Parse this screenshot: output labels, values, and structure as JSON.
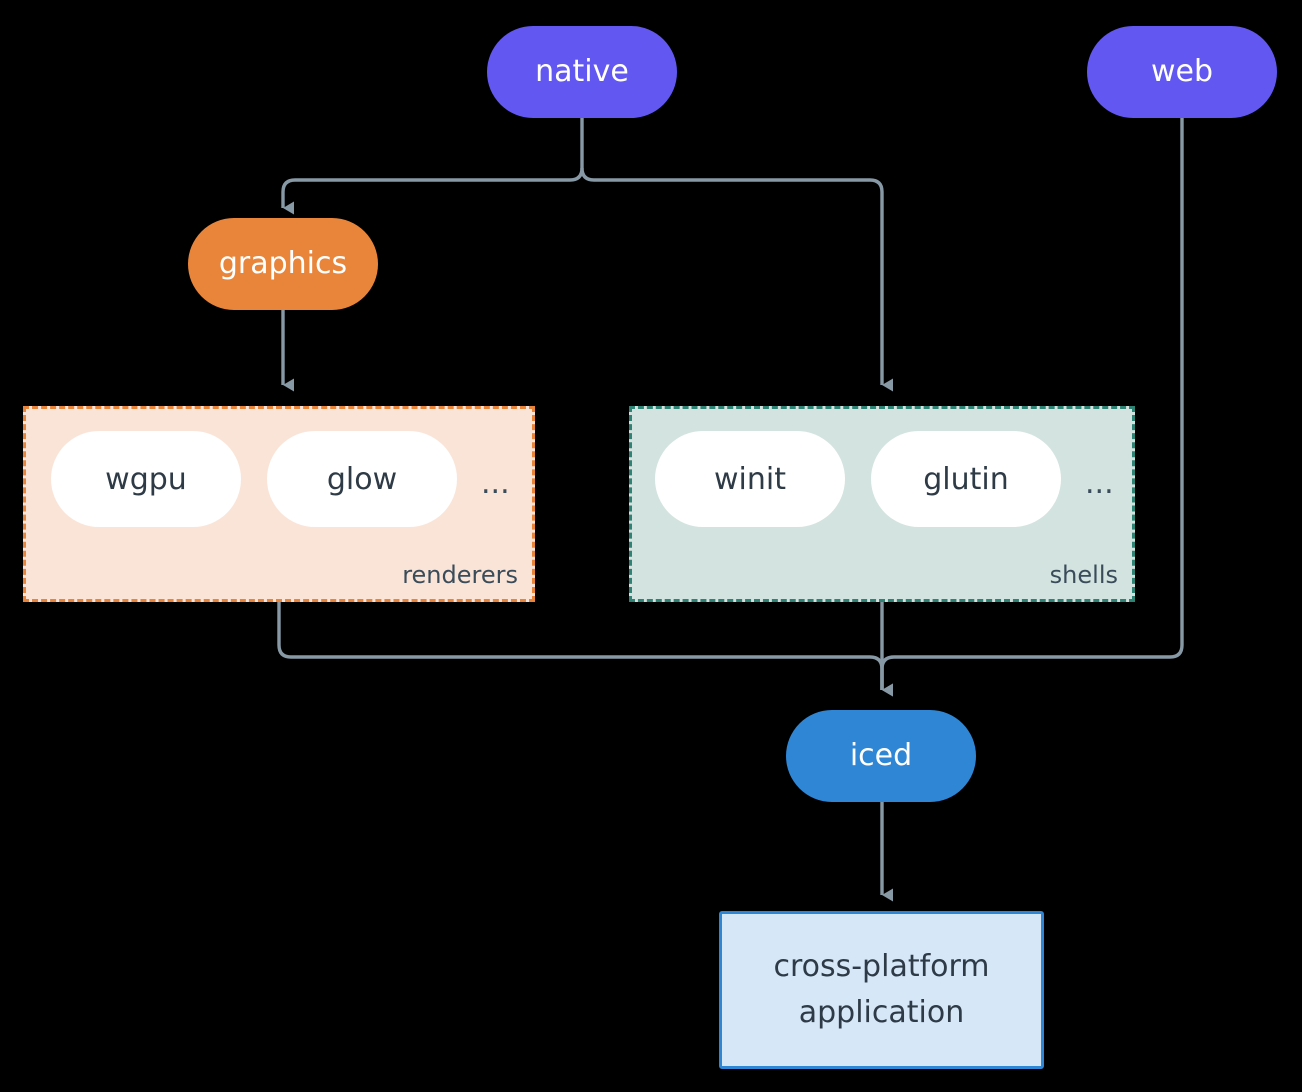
{
  "diagram": {
    "type": "architecture-flow",
    "background_color": "#000000",
    "connector_color": "#8899A6",
    "nodes": {
      "native": {
        "label": "native",
        "color": "#6257F0",
        "shape": "pill"
      },
      "web": {
        "label": "web",
        "color": "#6257F0",
        "shape": "pill"
      },
      "graphics": {
        "label": "graphics",
        "color": "#E8853A",
        "shape": "pill"
      },
      "iced": {
        "label": "iced",
        "color": "#2E86D4",
        "shape": "pill"
      },
      "application": {
        "line1": "cross-platform",
        "line2": "application",
        "color": "#D6E7F8",
        "border_color": "#2E86D4",
        "shape": "rect"
      }
    },
    "groups": [
      {
        "key": "renderers",
        "label": "renderers",
        "fill": "#FAE4D7",
        "border": "#E8853A",
        "items": [
          {
            "label": "wgpu"
          },
          {
            "label": "glow"
          }
        ],
        "more": "..."
      },
      {
        "key": "shells",
        "label": "shells",
        "fill": "#D3E3DF",
        "border": "#2F8374",
        "items": [
          {
            "label": "winit"
          },
          {
            "label": "glutin"
          }
        ],
        "more": "..."
      }
    ],
    "edges": [
      {
        "from": "native",
        "to": "graphics"
      },
      {
        "from": "native",
        "to": "shells"
      },
      {
        "from": "graphics",
        "to": "renderers"
      },
      {
        "from": "renderers",
        "to": "iced"
      },
      {
        "from": "shells",
        "to": "iced"
      },
      {
        "from": "web",
        "to": "iced"
      },
      {
        "from": "iced",
        "to": "application"
      }
    ]
  }
}
